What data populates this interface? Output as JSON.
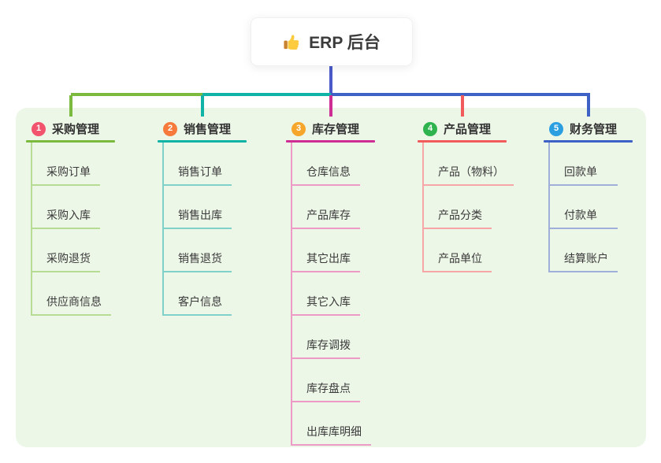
{
  "root": {
    "title": "ERP 后台",
    "icon": "thumbs-up-icon"
  },
  "colors": {
    "panel_bg": "#EDF7E8",
    "root_stem": "#4A5AC8",
    "title_text": "#3B3B3B",
    "item_text": "#3A3A3A"
  },
  "branches": [
    {
      "num": "1",
      "label": "采购管理",
      "badge_color": "#F2536D",
      "line_color": "#7CB93F",
      "child_line_color": "#B5DC92",
      "children": [
        "采购订单",
        "采购入库",
        "采购退货",
        "供应商信息"
      ]
    },
    {
      "num": "2",
      "label": "销售管理",
      "badge_color": "#F57A3C",
      "line_color": "#10B3A6",
      "child_line_color": "#7FD1CA",
      "children": [
        "销售订单",
        "销售出库",
        "销售退货",
        "客户信息"
      ]
    },
    {
      "num": "3",
      "label": "库存管理",
      "badge_color": "#F5A62B",
      "line_color": "#CE2D93",
      "child_line_color": "#EE9AC7",
      "children": [
        "仓库信息",
        "产品库存",
        "其它出库",
        "其它入库",
        "库存调拨",
        "库存盘点",
        "出库库明细"
      ]
    },
    {
      "num": "4",
      "label": "产品管理",
      "badge_color": "#2FB34E",
      "line_color": "#F15B5B",
      "child_line_color": "#F6A6A6",
      "children": [
        "产品（物料）",
        "产品分类",
        "产品单位"
      ]
    },
    {
      "num": "5",
      "label": "财务管理",
      "badge_color": "#2B9FE0",
      "line_color": "#3D61C4",
      "child_line_color": "#9FAFDA",
      "children": [
        "回款单",
        "付款单",
        "结算账户"
      ]
    }
  ]
}
